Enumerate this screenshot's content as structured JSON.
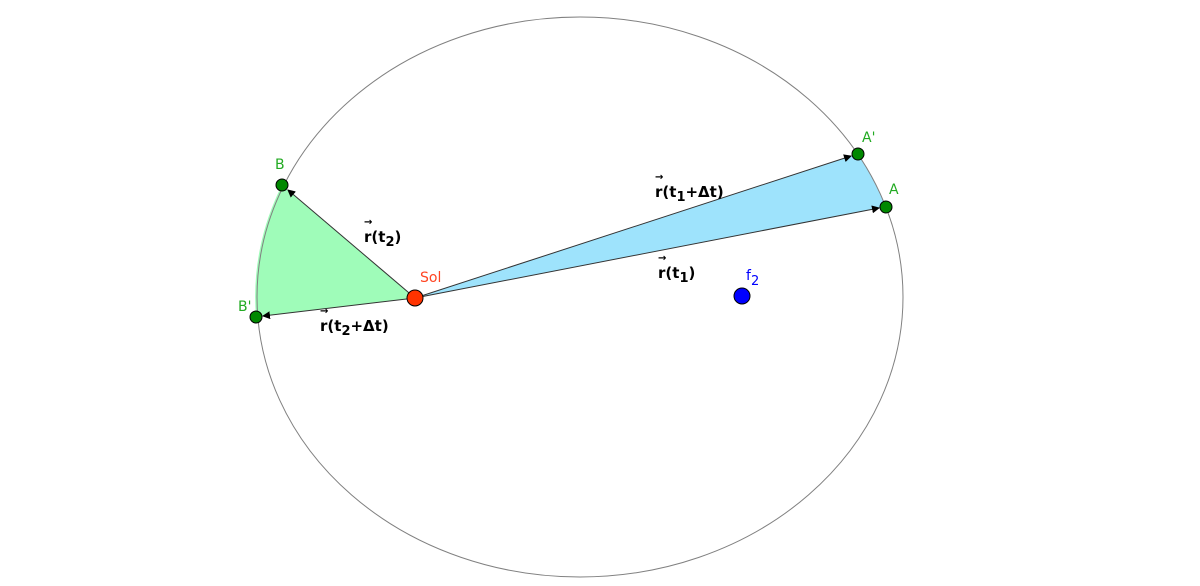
{
  "colors": {
    "orbit": "#808080",
    "sector_b": "#9ffcb9",
    "sector_a": "#9ee3fc",
    "planet_point": "#008800",
    "planet_label": "#22aa22",
    "sun": "#ff3300",
    "sun_label": "#ff4422",
    "focus": "#0000ff"
  },
  "points": {
    "sun": "Sol",
    "focus2": {
      "base": "f",
      "sub": "2"
    },
    "A": "A",
    "A_prime": "A'",
    "B": "B",
    "B_prime": "B'"
  },
  "vectors": {
    "r_t1": {
      "vec": "→",
      "base": "r(t",
      "sub": "1",
      "post": ")"
    },
    "r_t1_dt": {
      "vec": "→",
      "base": "r(t",
      "sub": "1",
      "post": "+Δt)"
    },
    "r_t2": {
      "vec": "→",
      "base": "r(t",
      "sub": "2",
      "post": ")"
    },
    "r_t2_dt": {
      "vec": "→",
      "base": "r(t",
      "sub": "2",
      "post": "+Δt)"
    }
  }
}
